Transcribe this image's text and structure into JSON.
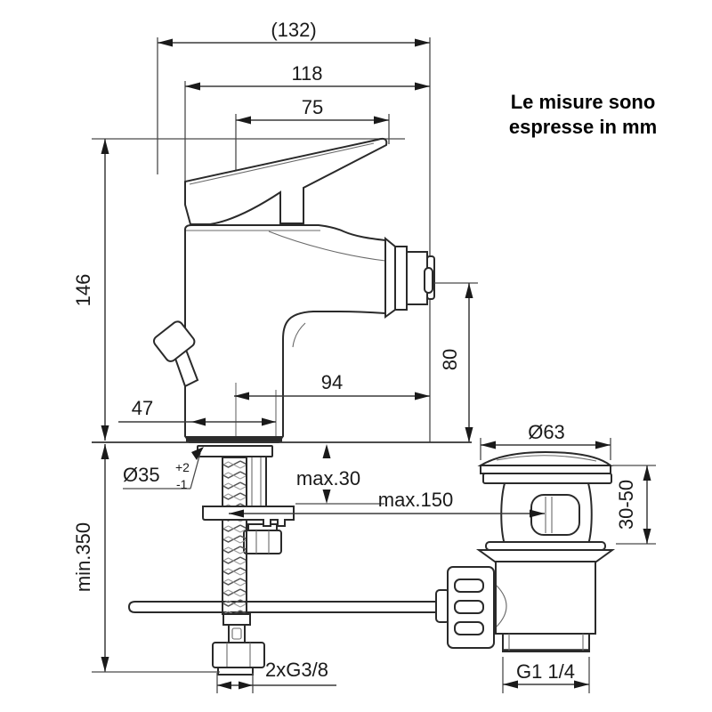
{
  "colors": {
    "background": "#ffffff",
    "line": "#2a2a2a",
    "text": "#1a1a1a"
  },
  "note": {
    "line1": "Le misure sono",
    "line2": "espresse in mm"
  },
  "dimensions": {
    "overall_projection": "(132)",
    "projection": "118",
    "lever_span": "75",
    "height_to_lever": "146",
    "spout_reach": "94",
    "base_offset": "47",
    "spout_height": "80",
    "hole_diameter": {
      "value": "Ø35",
      "tolerance_plus": "+2",
      "tolerance_minus": "-1"
    },
    "deck_thickness": "max.30",
    "rod_reach": "max.150",
    "hose_length": "min.350",
    "supply_connection": "2xG3/8",
    "waste_cap_diameter": "Ø63",
    "waste_adjust_range": "30-50",
    "waste_thread": "G1 1/4"
  }
}
